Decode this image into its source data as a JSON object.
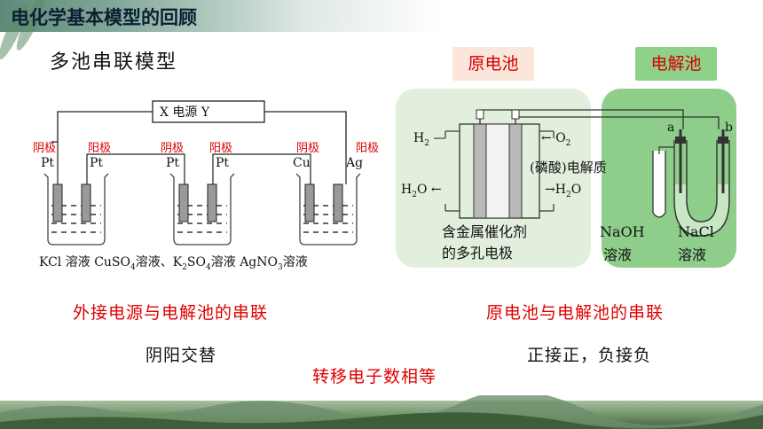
{
  "slide": {
    "title": "电化学基本模型的回顾",
    "subtitle": "多池串联模型",
    "label_galvanic": "原电池",
    "label_electrolytic": "电解池"
  },
  "left_diagram": {
    "power_label": "X  电源  Y",
    "electrode_roles": [
      "阴极",
      "阳极",
      "阴极",
      "阳极",
      "阴极",
      "阳极"
    ],
    "electrodes": [
      "Pt",
      "Pt",
      "Pt",
      "Pt",
      "Cu",
      "Ag"
    ],
    "solutions": [
      "KCl 溶液",
      "CuSO",
      "溶液、K",
      "SO",
      "溶液",
      "AgNO",
      "溶液"
    ],
    "sub4": "4",
    "sub2": "2",
    "sub3": "3"
  },
  "right_diagram": {
    "h2": "H",
    "o2": "O",
    "h2o": "H",
    "h2o_tail": "O",
    "two": "2",
    "electrolyte": "(磷酸)电解质",
    "electrode_desc_1": "含金属催化剂",
    "electrode_desc_2": "的多孔电极",
    "a": "a",
    "b": "b",
    "naoh_1": "NaOH",
    "naoh_2": "溶液",
    "nacl_1": "NaCl",
    "nacl_2": "溶液",
    "minus": "—",
    "arrow_left": "←",
    "arrow_right": "→"
  },
  "notes": {
    "left_red": "外接电源与电解池的串联",
    "left_black": "阴阳交替",
    "right_red": "原电池与电解池的串联",
    "right_black": "正接正，负接负",
    "center_red": "转移电子数相等"
  },
  "colors": {
    "red": "#e00000",
    "galvanic_bg": "#fbe6dc",
    "electrolytic_bg": "#8fd08a",
    "panel_light": "#e2efdc",
    "panel_green": "#8fce8a"
  }
}
